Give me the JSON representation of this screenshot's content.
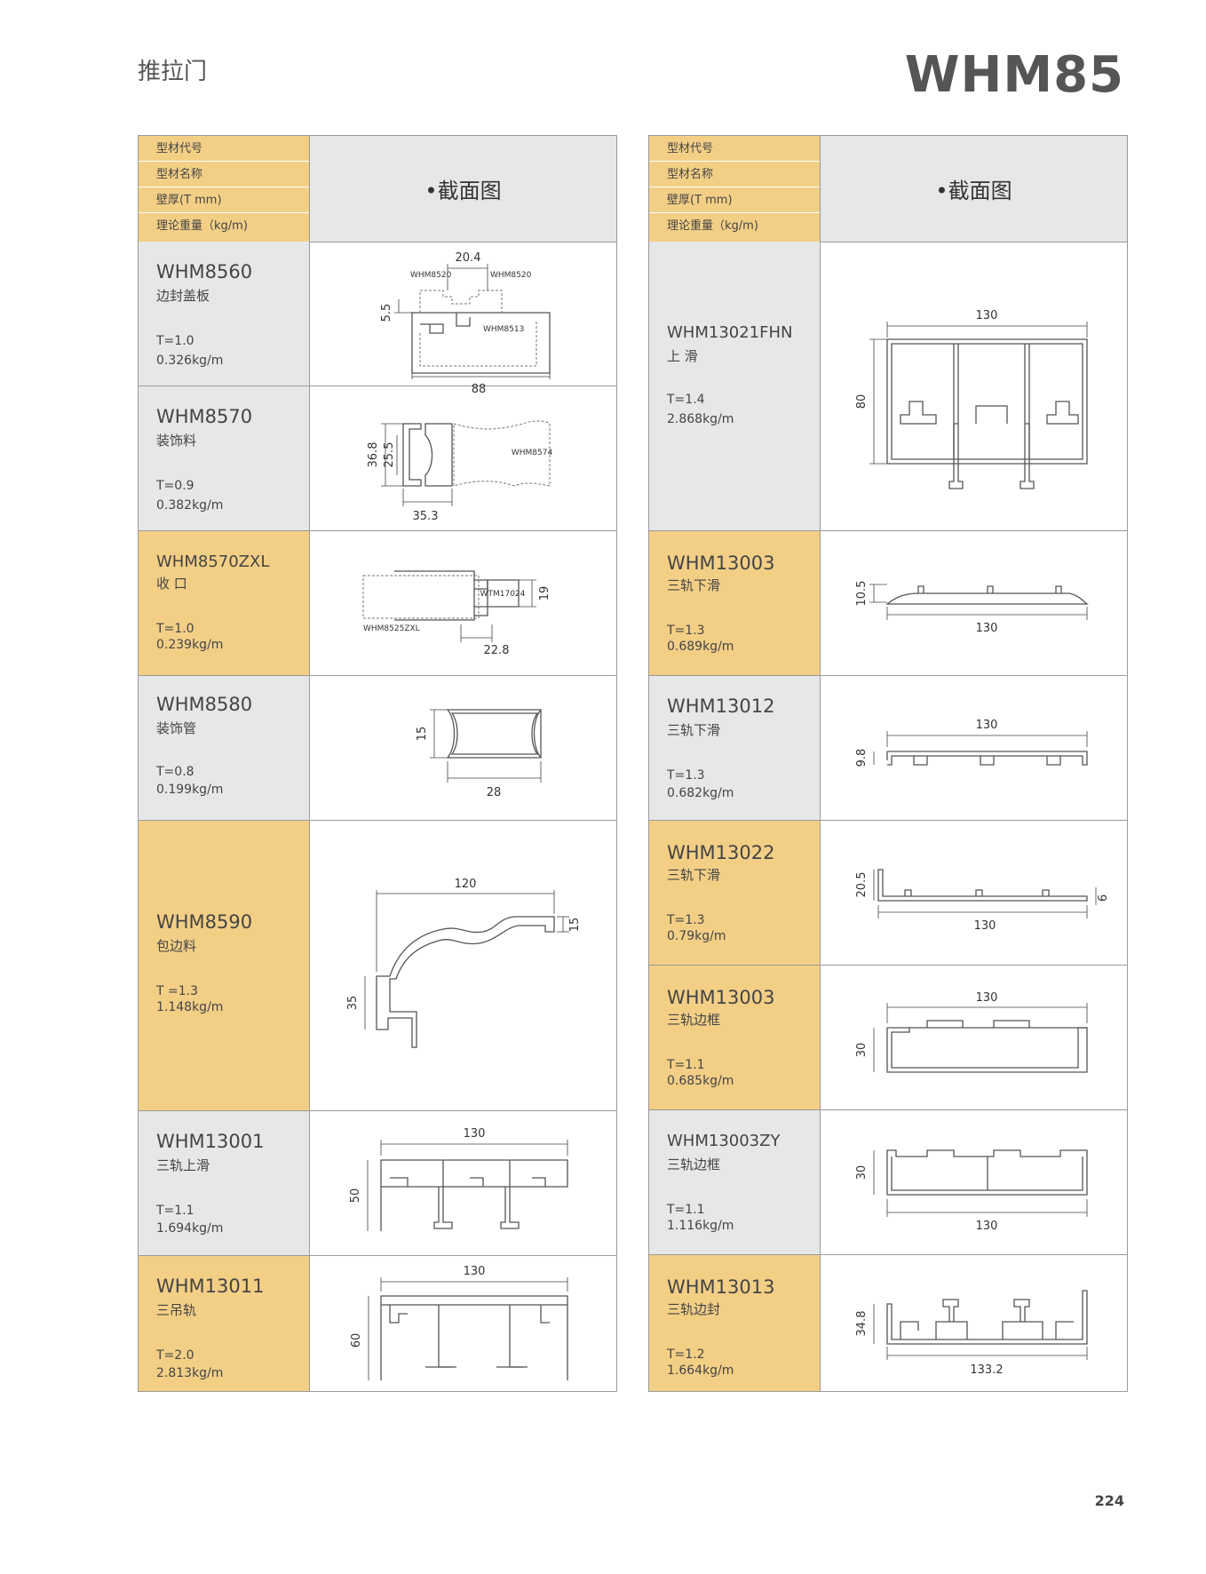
{
  "page_title": "推拉门",
  "series": "WHM85",
  "page_number": "224",
  "header": {
    "code_label": "型材代号",
    "name_label": "型材名称",
    "thickness_label": "壁厚(T mm)",
    "weight_label": "理论重量（kg/m)",
    "section_label": "•截面图"
  },
  "left_rows": [
    {
      "code": "WHM8560",
      "name": "边封盖板",
      "thickness": "T=1.0",
      "weight": "0.326kg/m",
      "dims": [
        "20.4",
        "5.5",
        "88"
      ],
      "notes": [
        "WHM8520",
        "WHM8520",
        "WHM8513"
      ]
    },
    {
      "code": "WHM8570",
      "name": "装饰料",
      "thickness": "T=0.9",
      "weight": "0.382kg/m",
      "dims": [
        "36.8",
        "25.5",
        "35.3"
      ],
      "notes": [
        "WHM8574"
      ]
    },
    {
      "code": "WHM8570ZXL",
      "name": "收 口",
      "thickness": "T=1.0",
      "weight": "0.239kg/m",
      "dims": [
        "19",
        "22.8"
      ],
      "notes": [
        "WTM17024",
        "WHM8525ZXL"
      ]
    },
    {
      "code": "WHM8580",
      "name": "装饰管",
      "thickness": "T=0.8",
      "weight": "0.199kg/m",
      "dims": [
        "15",
        "28"
      ]
    },
    {
      "code": "WHM8590",
      "name": "包边料",
      "thickness": "T =1.3",
      "weight": "1.148kg/m",
      "dims": [
        "120",
        "15",
        "35"
      ]
    },
    {
      "code": "WHM13001",
      "name": "三轨上滑",
      "thickness": "T=1.1",
      "weight": "1.694kg/m",
      "dims": [
        "130",
        "50"
      ]
    },
    {
      "code": "WHM13011",
      "name": "三吊轨",
      "thickness": "T=2.0",
      "weight": "2.813kg/m",
      "dims": [
        "130",
        "60"
      ]
    }
  ],
  "right_rows": [
    {
      "code": "WHM13021FHN",
      "name": "上 滑",
      "thickness": "T=1.4",
      "weight": "2.868kg/m",
      "dims": [
        "130",
        "80"
      ]
    },
    {
      "code": "WHM13003",
      "name": "三轨下滑",
      "thickness": "T=1.3",
      "weight": "0.689kg/m",
      "dims": [
        "10.5",
        "130"
      ]
    },
    {
      "code": "WHM13012",
      "name": "三轨下滑",
      "thickness": "T=1.3",
      "weight": "0.682kg/m",
      "dims": [
        "130",
        "9.8"
      ]
    },
    {
      "code": "WHM13022",
      "name": "三轨下滑",
      "thickness": "T=1.3",
      "weight": "0.79kg/m",
      "dims": [
        "20.5",
        "6",
        "130"
      ]
    },
    {
      "code": "WHM13003",
      "name": "三轨边框",
      "thickness": "T=1.1",
      "weight": "0.685kg/m",
      "dims": [
        "130",
        "30"
      ]
    },
    {
      "code": "WHM13003ZY",
      "name": "三轨边框",
      "thickness": "T=1.1",
      "weight": "1.116kg/m",
      "dims": [
        "30",
        "130"
      ]
    },
    {
      "code": "WHM13013",
      "name": "三轨边封",
      "thickness": "T=1.2",
      "weight": "1.664kg/m",
      "dims": [
        "34.8",
        "133.2"
      ]
    }
  ]
}
